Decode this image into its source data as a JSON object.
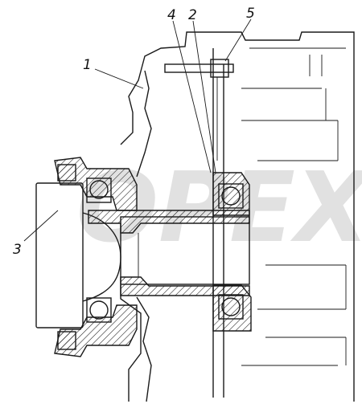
{
  "labels": {
    "l1": "1",
    "l2": "2",
    "l3": "3",
    "l4": "4",
    "l5": "5"
  },
  "watermark": "OPEX",
  "colors": {
    "ink": "#1a1a1a",
    "paper": "#ffffff",
    "watermark": "#c9c9c9"
  }
}
